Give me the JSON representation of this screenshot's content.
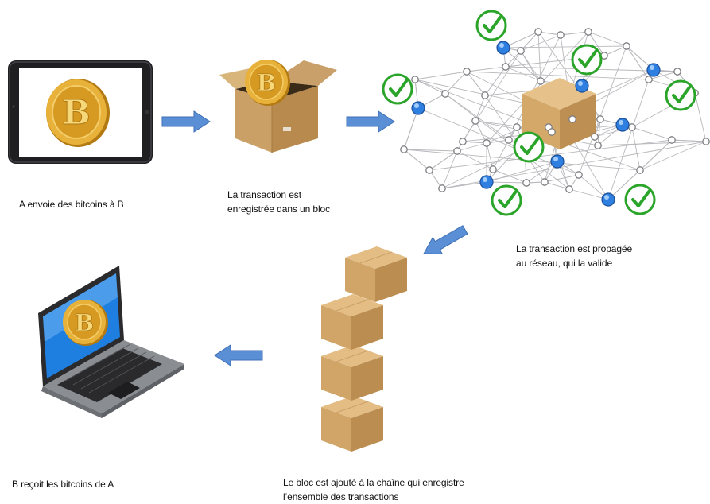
{
  "steps": [
    {
      "caption_lines": [
        "A envoie des bitcoins à B"
      ]
    },
    {
      "caption_lines": [
        "La transaction est",
        "enregistrée dans un bloc"
      ]
    },
    {
      "caption_lines": [
        "La transaction est propagée",
        "au réseau, qui la valide"
      ]
    },
    {
      "caption_lines": [
        "Le bloc est ajouté à la chaîne qui enregistre",
        "l’ensemble des transactions"
      ]
    },
    {
      "caption_lines": [
        "B reçoit les bitcoins de A"
      ]
    }
  ],
  "coin_symbol": "B",
  "icons": [
    "tablet-icon",
    "bitcoin-coin-icon",
    "open-box-icon",
    "network-icon",
    "checkmark-icon",
    "box-stack-icon",
    "laptop-icon",
    "arrow-right-icon",
    "arrow-down-left-icon",
    "arrow-left-icon"
  ],
  "colors": {
    "arrow_blue": "#5a8fd6",
    "check_green": "#2aa52a",
    "node_blue": "#2f7fe0",
    "box_tan": "#d2a468",
    "coin_gold": "#e0a82a"
  }
}
